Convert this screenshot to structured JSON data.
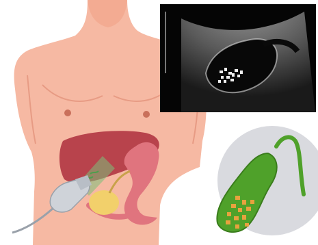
{
  "title": "",
  "figure": {
    "components": [
      {
        "id": "torso",
        "icon": "human-torso-illustration"
      },
      {
        "id": "liver",
        "icon": "liver-shape"
      },
      {
        "id": "stomach",
        "icon": "stomach-shape"
      },
      {
        "id": "gallbladder",
        "icon": "gallbladder-shape"
      },
      {
        "id": "probe",
        "icon": "ultrasound-probe-icon"
      },
      {
        "id": "ultrasound-image",
        "icon": "ultrasound-scan-with-stones"
      },
      {
        "id": "gallbladder-inset",
        "icon": "gallbladder-with-gallstones"
      }
    ],
    "colors": {
      "skin": "#f6b9a3",
      "skin_shade": "#e79b84",
      "liver": "#b8434c",
      "stomach": "#e0747e",
      "gallbladder_main": "#f2d06b",
      "gallbladder_inset": "#4fa12a",
      "stones": "#e7a23e",
      "probe": "#cfd3d9",
      "ultrasound_bg": "#050505",
      "inset_circle": "#d9dadf"
    }
  }
}
